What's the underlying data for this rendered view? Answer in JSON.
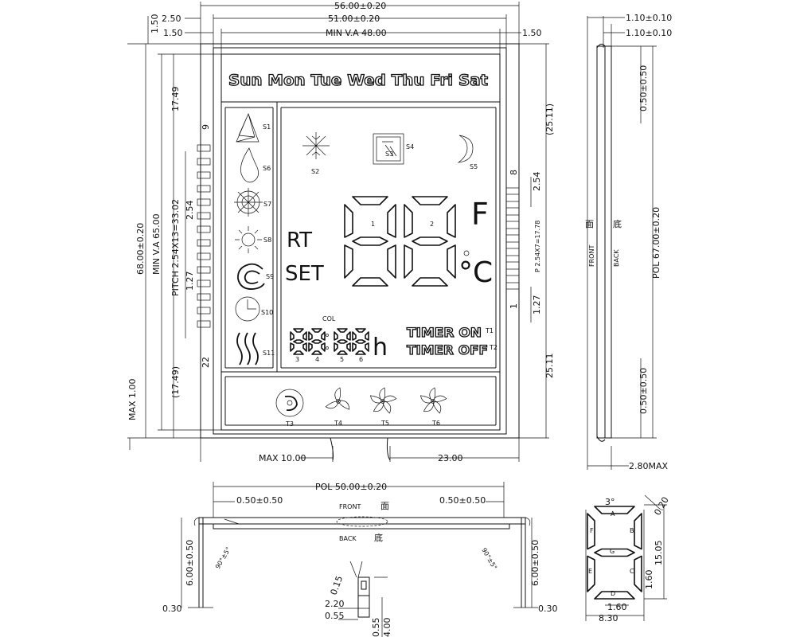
{
  "front_view": {
    "top_dims": {
      "overall_width": "56.00±0.20",
      "left_margin": "2.50",
      "inner_width": "51.00±0.20",
      "left_va_margin": "1.50",
      "view_area_width": "MIN V.A 48.00",
      "right_va_margin": "1.50"
    },
    "left_dims": {
      "top_offset": "1.50",
      "overall_height": "68.00±0.20",
      "view_area_height": "MIN V.A 65.00",
      "pin_pitch_total": "PITCH 2.54X13=33.02",
      "top_gap": "17.49",
      "pin_pitch": "2.54",
      "pin_width": "1.27",
      "bottom_gap": "(17.49)",
      "max_thickness": "MAX 1.00"
    },
    "right_dims": {
      "top_ref": "(25.11)",
      "pitch": "2.54",
      "pitch_total": "P 2.54X7=17.78",
      "pin_width": "1.27",
      "bottom": "25.11"
    },
    "bottom_dims": {
      "tail_max": "MAX 10.00",
      "tail_offset": "23.00"
    },
    "pin_labels": {
      "left_top": "9",
      "left_bottom": "22",
      "right_top": "8",
      "right_bottom": "1"
    },
    "days": "Sun Mon Tue Wed Thu Fri Sat",
    "side_icons": [
      "S1",
      "S6",
      "S7",
      "S8",
      "S9",
      "S10",
      "S11"
    ],
    "top_icons": [
      "S2",
      "S3",
      "S4",
      "S5"
    ],
    "digit_labels": [
      "1",
      "2"
    ],
    "rt": "RT",
    "set": "SET",
    "unit_f": "F",
    "unit_c": "°C",
    "col": "COL",
    "hour": "h",
    "small_digit_labels": [
      "3",
      "4",
      "5",
      "6"
    ],
    "timer_on": "TIMER ON",
    "timer_off": "TIMER OFF",
    "timer_labels": [
      "T1",
      "T2"
    ],
    "fan_labels": [
      "T3",
      "T4",
      "T5",
      "T6"
    ]
  },
  "side_view": {
    "top_dim_1": "1.10±0.10",
    "top_dim_2": "1.10±0.10",
    "pol_height": "POL 67.00±0.20",
    "top_margin": "0.50±0.50",
    "bottom_margin": "0.50±0.50",
    "front": "FRONT",
    "back": "BACK",
    "front_cjk": "面",
    "back_cjk": "底",
    "max_thickness": "2.80MAX"
  },
  "bottom_view": {
    "pol_width": "POL 50.00±0.20",
    "left_margin": "0.50±0.50",
    "right_margin": "0.50±0.50",
    "front": "FRONT",
    "front_cjk": "面",
    "back": "BACK",
    "back_cjk": "底",
    "left_angle": "90°±5°",
    "right_angle": "90°±5°",
    "left_height": "6.00±0.50",
    "right_height": "6.00±0.50",
    "left_bottom": "0.30",
    "right_bottom": "0.30"
  },
  "pin_detail": {
    "angle": "0.15",
    "width": "2.20",
    "pin": "0.55",
    "pin2": "0.55",
    "length": "4.00"
  },
  "segment_detail": {
    "angle": "3°",
    "stroke": "0.20",
    "height": "15.05",
    "seg_width": "1.60",
    "seg_gap": "1.60",
    "width": "8.30",
    "segments": [
      "A",
      "B",
      "C",
      "D",
      "E",
      "F",
      "G"
    ]
  }
}
